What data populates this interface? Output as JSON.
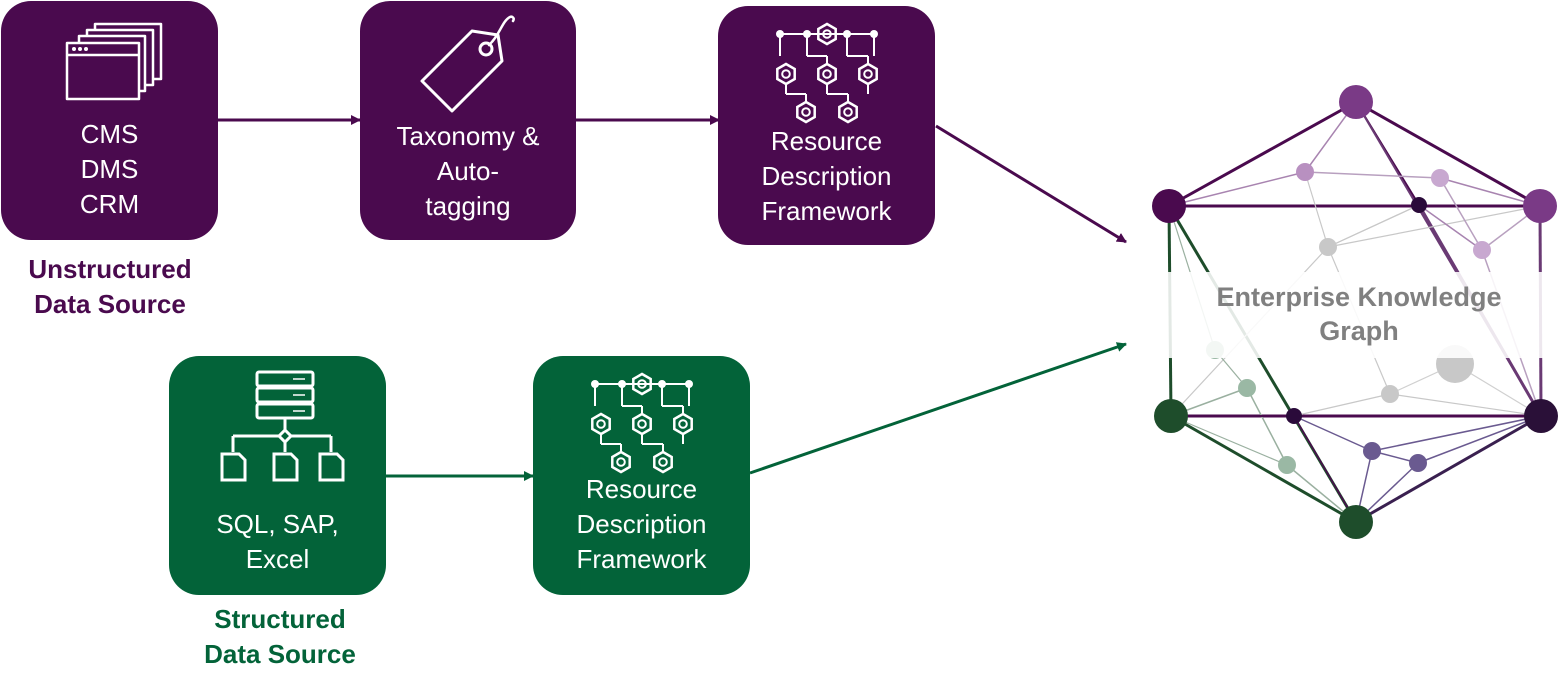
{
  "colors": {
    "purple": "#4a0a4e",
    "green": "#036339",
    "label_gray": "#808080"
  },
  "unstructured": {
    "source_box": {
      "lines": [
        "CMS",
        "DMS",
        "CRM"
      ],
      "icon": "browser-windows-icon"
    },
    "taxonomy_box": {
      "lines": [
        "Taxonomy &",
        "Auto-",
        "tagging"
      ],
      "icon": "tag-icon"
    },
    "rdf_box": {
      "lines": [
        "Resource",
        "Description",
        "Framework"
      ],
      "icon": "network-nodes-icon"
    },
    "caption": [
      "Unstructured",
      "Data Source"
    ]
  },
  "structured": {
    "source_box": {
      "lines": [
        "SQL, SAP,",
        "Excel"
      ],
      "icon": "database-hierarchy-icon"
    },
    "rdf_box": {
      "lines": [
        "Resource",
        "Description",
        "Framework"
      ],
      "icon": "network-nodes-icon"
    },
    "caption": [
      "Structured",
      "Data Source"
    ]
  },
  "knowledge_graph": {
    "label": [
      "Enterprise Knowledge",
      "Graph"
    ],
    "icon": "knowledge-graph-icon"
  }
}
